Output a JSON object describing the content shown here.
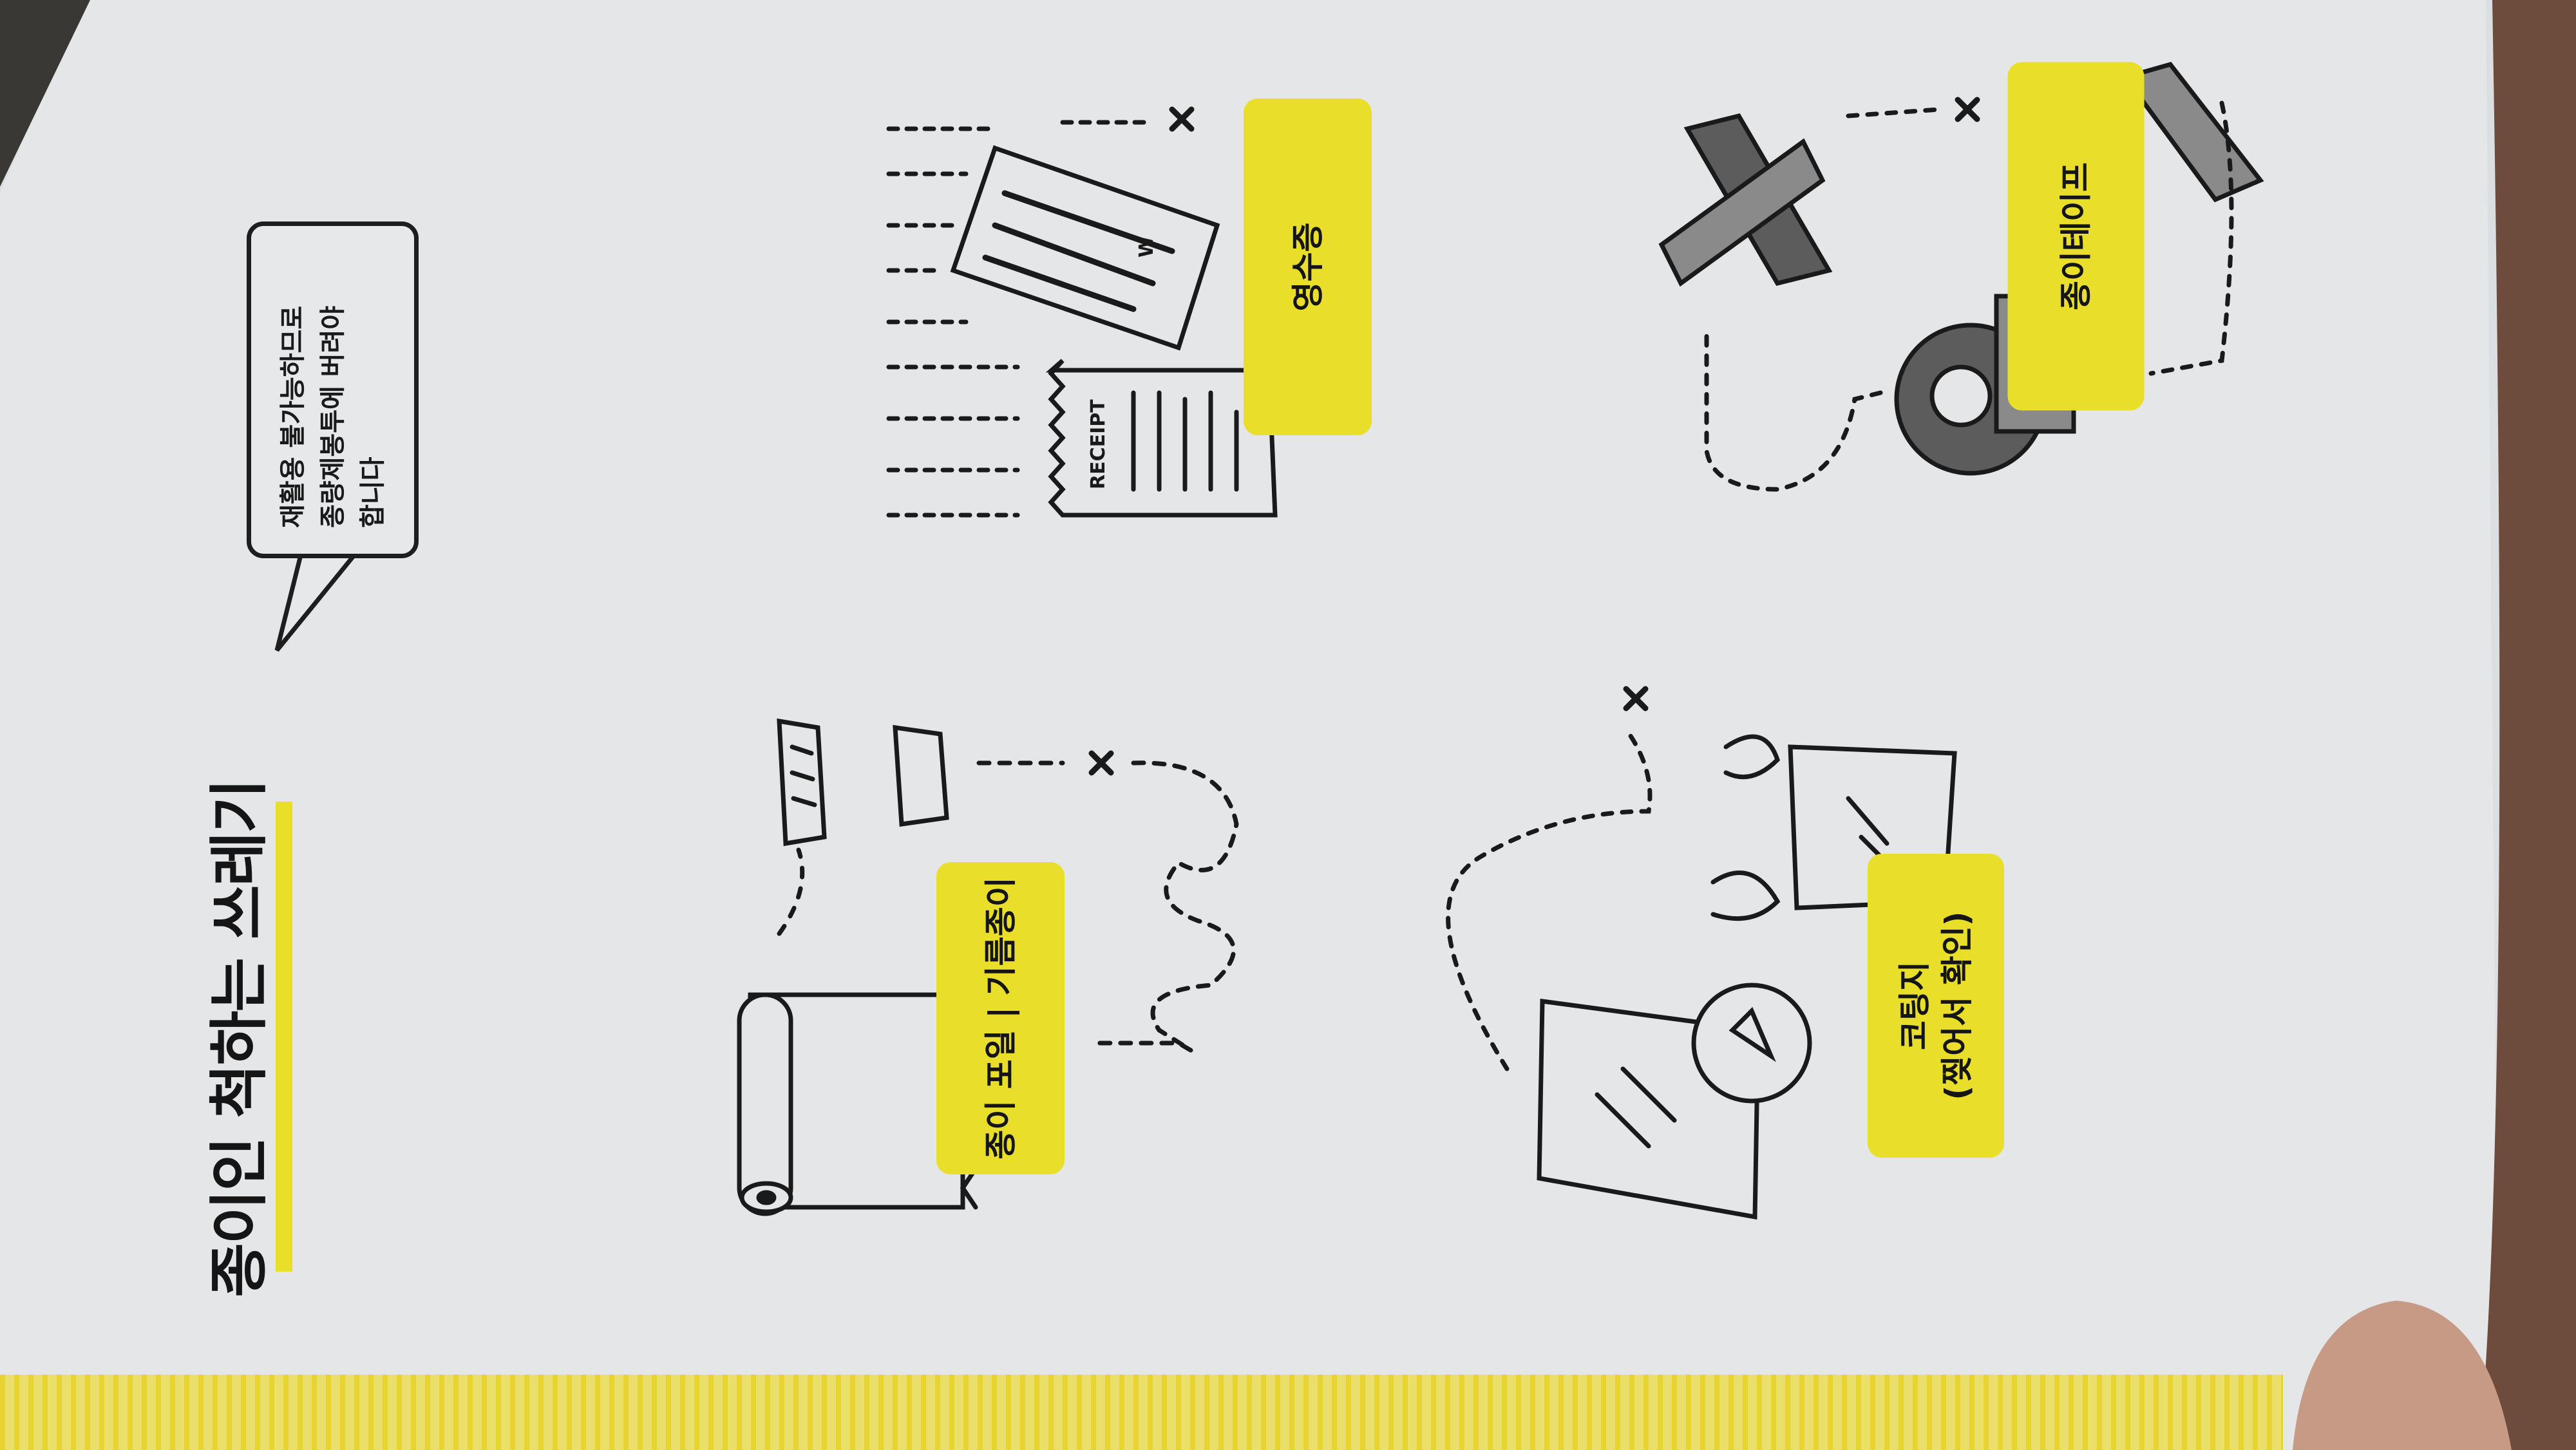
{
  "title": "종이인 척하는 쓰레기",
  "speech_bubble": {
    "lines": [
      "재활용 불가능하므로",
      "종량제봉투에 버려야",
      "합니다"
    ]
  },
  "items": [
    {
      "label": "종이 포일 | 기름종이"
    },
    {
      "label": "영수증",
      "receipt_text": "RECEIPT",
      "receipt_mark": "W"
    },
    {
      "label_line1": "코팅지",
      "label_line2": "(찢어서 확인)"
    },
    {
      "label": "종이테이프"
    }
  ],
  "colors": {
    "accent_yellow": "#e9df2a",
    "ink": "#1a1a1a",
    "paper": "#e4e6e8"
  }
}
